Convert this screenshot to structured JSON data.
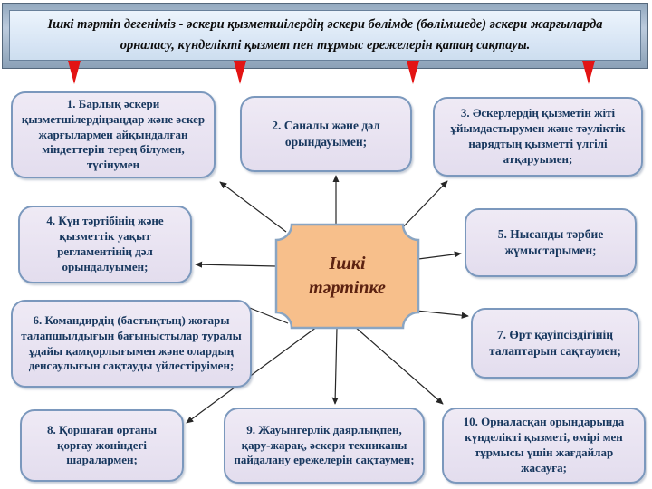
{
  "slide": {
    "title_line1": "Ішкі тәртіп дегеніміз - әскери қызметшілердің әскери бөлімде (бөлімшеде) әскери жарғыларда",
    "title_line2": "орналасу, күнделікті қызмет пен тұрмыс ережелерін қатаң сақтауы.",
    "center_label": "Ішкі тәртіпке",
    "boxes": [
      "1. Барлық әскери қызметшілердіңзаңдар және әскер жарғылармен айқындалған міндеттерін терең білумен, түсінумен",
      "2. Саналы және дәл орындауымен;",
      "3. Әскерлердің қызметін жіті ұйымдастырумен және тәуліктік нарядтың қызметті үлгілі атқаруымен;",
      "4. Күн тәртібінің және қызметтік уақыт регламентінің дәл орындалуымен;",
      "5. Нысанды тәрбие жұмыстарымен;",
      "6. Командирдің (бастықтың) жоғары талапшылдығын бағыныстылар туралы ұдайы қамқорлығымен және олардың денсаулығын сақтауды үйлестіруімен;",
      "7. Өрт қауіпсіздігінің талаптарын сақтаумен;",
      "8. Қоршаған ортаны қорғау жөніндегі шаралармен;",
      "9. Жауынгерлік даярлықпен, қару-жарақ, әскери техниканы пайдалану ережелерін сақтаумен;",
      "10. Орналасқан орындарында күнделікті қызметі, өмірі мен тұрмысы үшін жағдайлар жасауға;"
    ],
    "colors": {
      "banner_panel": "#d6e4f4",
      "banner_frame": "#a9bccf",
      "box_fill": "#e9e4f1",
      "box_border": "#7b98bd",
      "box_text": "#17375e",
      "center_fill": "#f7bf8b",
      "center_border": "#8aa5c2",
      "center_text": "#5c2211",
      "arrow_red": "#e31414",
      "connector": "#262626"
    }
  }
}
